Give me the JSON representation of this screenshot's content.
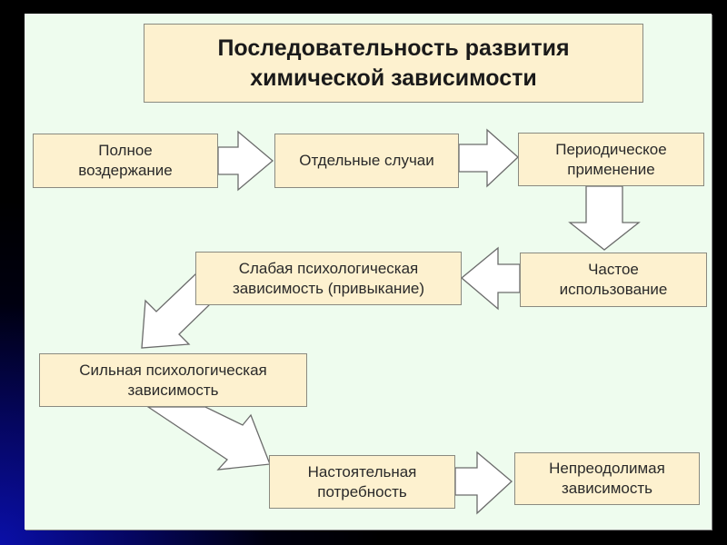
{
  "title": {
    "line1": "Последовательность развития",
    "line2": "химической зависимости"
  },
  "colors": {
    "panel": "#eefcee",
    "box_fill": "#fdf1cf",
    "box_border": "#8a8a80",
    "arrow_fill": "#ffffff",
    "arrow_stroke": "#6b6b6b",
    "frame": "#000000",
    "frame_glow": "#0a0fa8"
  },
  "stages": [
    {
      "id": "full-abstinence",
      "lines": [
        "Полное",
        "воздержание"
      ]
    },
    {
      "id": "isolated-cases",
      "lines": [
        "Отдельные случаи"
      ]
    },
    {
      "id": "periodic-use",
      "lines": [
        "Периодическое",
        "применение"
      ]
    },
    {
      "id": "frequent-use",
      "lines": [
        "Частое",
        "использование"
      ]
    },
    {
      "id": "weak-psychological-dependence",
      "lines": [
        "Слабая психологическая",
        "зависимость (привыкание)"
      ]
    },
    {
      "id": "strong-psychological-dependence",
      "lines": [
        "Сильная психологическая",
        "зависимость"
      ]
    },
    {
      "id": "urgent-need",
      "lines": [
        "Настоятельная",
        "потребность"
      ]
    },
    {
      "id": "irresistible-dependence",
      "lines": [
        "Непреодолимая",
        "зависимость"
      ]
    }
  ],
  "flow": [
    {
      "from": "full-abstinence",
      "to": "isolated-cases",
      "direction": "right"
    },
    {
      "from": "isolated-cases",
      "to": "periodic-use",
      "direction": "right"
    },
    {
      "from": "periodic-use",
      "to": "frequent-use",
      "direction": "down"
    },
    {
      "from": "frequent-use",
      "to": "weak-psychological-dependence",
      "direction": "left"
    },
    {
      "from": "weak-psychological-dependence",
      "to": "strong-psychological-dependence",
      "direction": "down-left"
    },
    {
      "from": "strong-psychological-dependence",
      "to": "urgent-need",
      "direction": "down-right"
    },
    {
      "from": "urgent-need",
      "to": "irresistible-dependence",
      "direction": "right"
    }
  ]
}
